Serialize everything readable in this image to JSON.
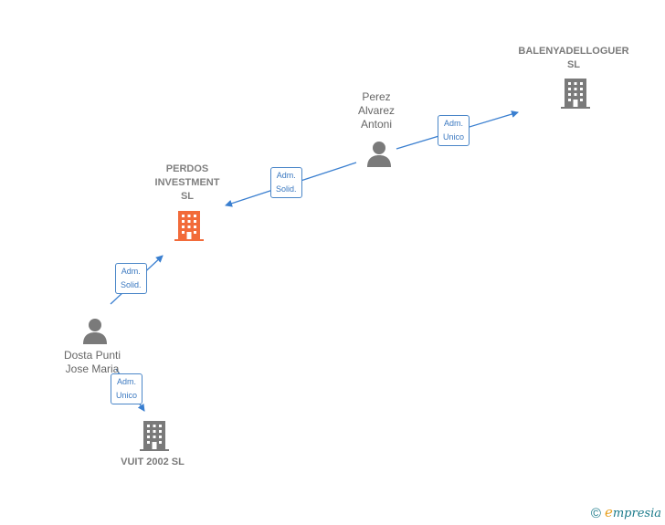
{
  "nodes": {
    "perdos": {
      "label": "PERDOS\nINVESTMENT\nSL",
      "kind": "company",
      "highlight": true,
      "color": "#f26b3a"
    },
    "balenyadelloguer": {
      "label": "BALENYADELLOGUER\nSL",
      "kind": "company",
      "color": "#7a7a7a"
    },
    "vuit": {
      "label": "VUIT 2002 SL",
      "kind": "company",
      "color": "#7a7a7a"
    },
    "perez": {
      "label": "Perez\nAlvarez\nAntoni",
      "kind": "person",
      "color": "#7a7a7a"
    },
    "dosta": {
      "label": "Dosta Punti\nJose Maria",
      "kind": "person",
      "color": "#7a7a7a"
    }
  },
  "edges": {
    "perez_to_perdos": {
      "label": "Adm.\nSolid."
    },
    "perez_to_balenya": {
      "label": "Adm.\nUnico"
    },
    "dosta_to_perdos": {
      "label": "Adm.\nSolid."
    },
    "dosta_to_vuit": {
      "label": "Adm.\nUnico"
    }
  },
  "colors": {
    "edge": "#3a7fd0",
    "icon": "#7a7a7a",
    "highlight": "#f26b3a"
  },
  "footer": {
    "copyright": "©",
    "brand_initial": "e",
    "brand_rest": "mpresia"
  }
}
